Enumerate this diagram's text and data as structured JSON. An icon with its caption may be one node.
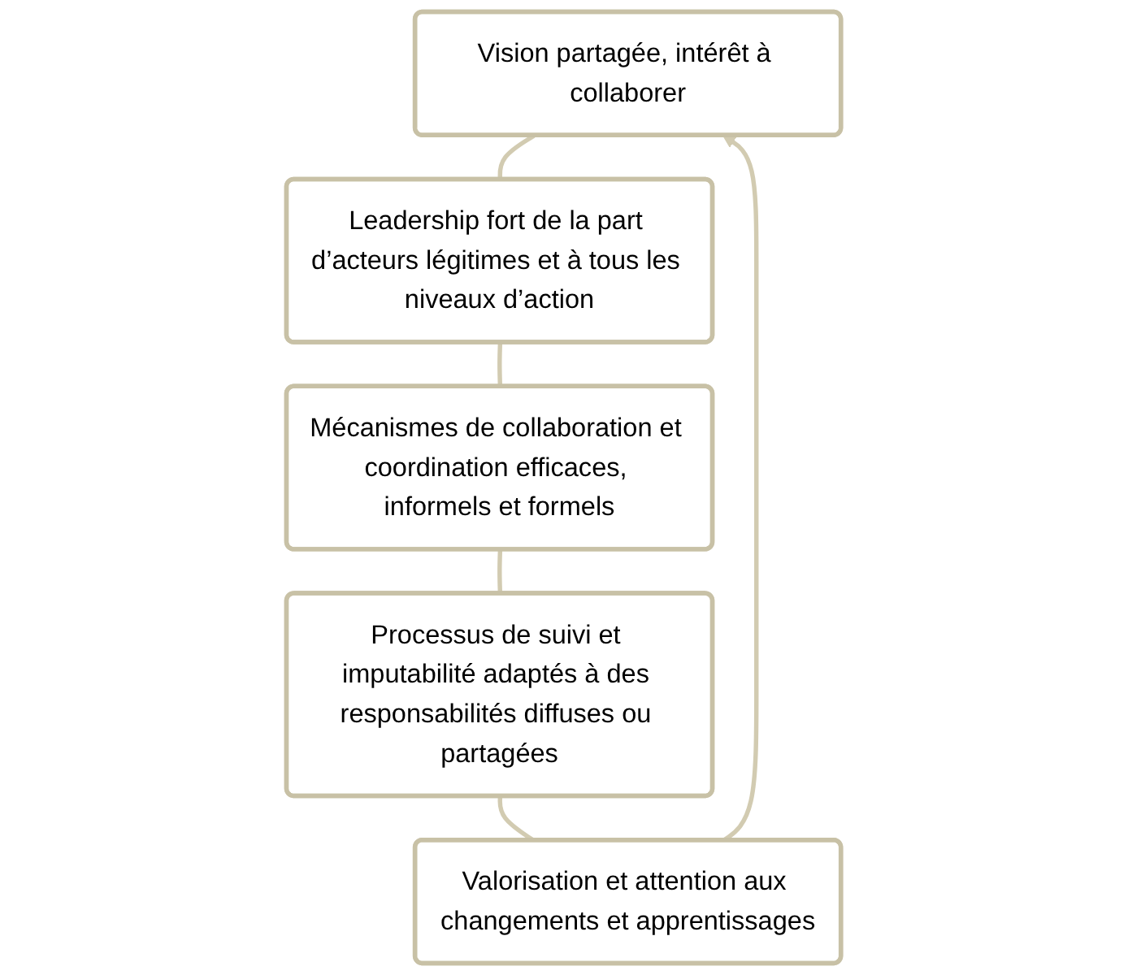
{
  "diagram": {
    "nodes": [
      {
        "text": [
          "Vision partagée, intérêt à collaborer"
        ]
      },
      {
        "text": [
          "Leadership fort de la part d’acteurs légitimes et à tous les niveaux d’action"
        ]
      },
      {
        "text": [
          "Mécanismes de collaboration et coordination efficaces, informels et formels"
        ]
      },
      {
        "text": [
          "Processus de suivi et imputabilité adaptés à des responsabilités diffuses ou partagées"
        ]
      },
      {
        "text": [
          "Valorisation et attention aux changements et apprentissages"
        ]
      }
    ],
    "edges": [
      {
        "from": 0,
        "to": 1,
        "arrow": "none"
      },
      {
        "from": 1,
        "to": 2,
        "arrow": "none"
      },
      {
        "from": 2,
        "to": 3,
        "arrow": "none"
      },
      {
        "from": 3,
        "to": 4,
        "arrow": "none"
      },
      {
        "from": 4,
        "to": 0,
        "arrow": "to"
      }
    ]
  }
}
